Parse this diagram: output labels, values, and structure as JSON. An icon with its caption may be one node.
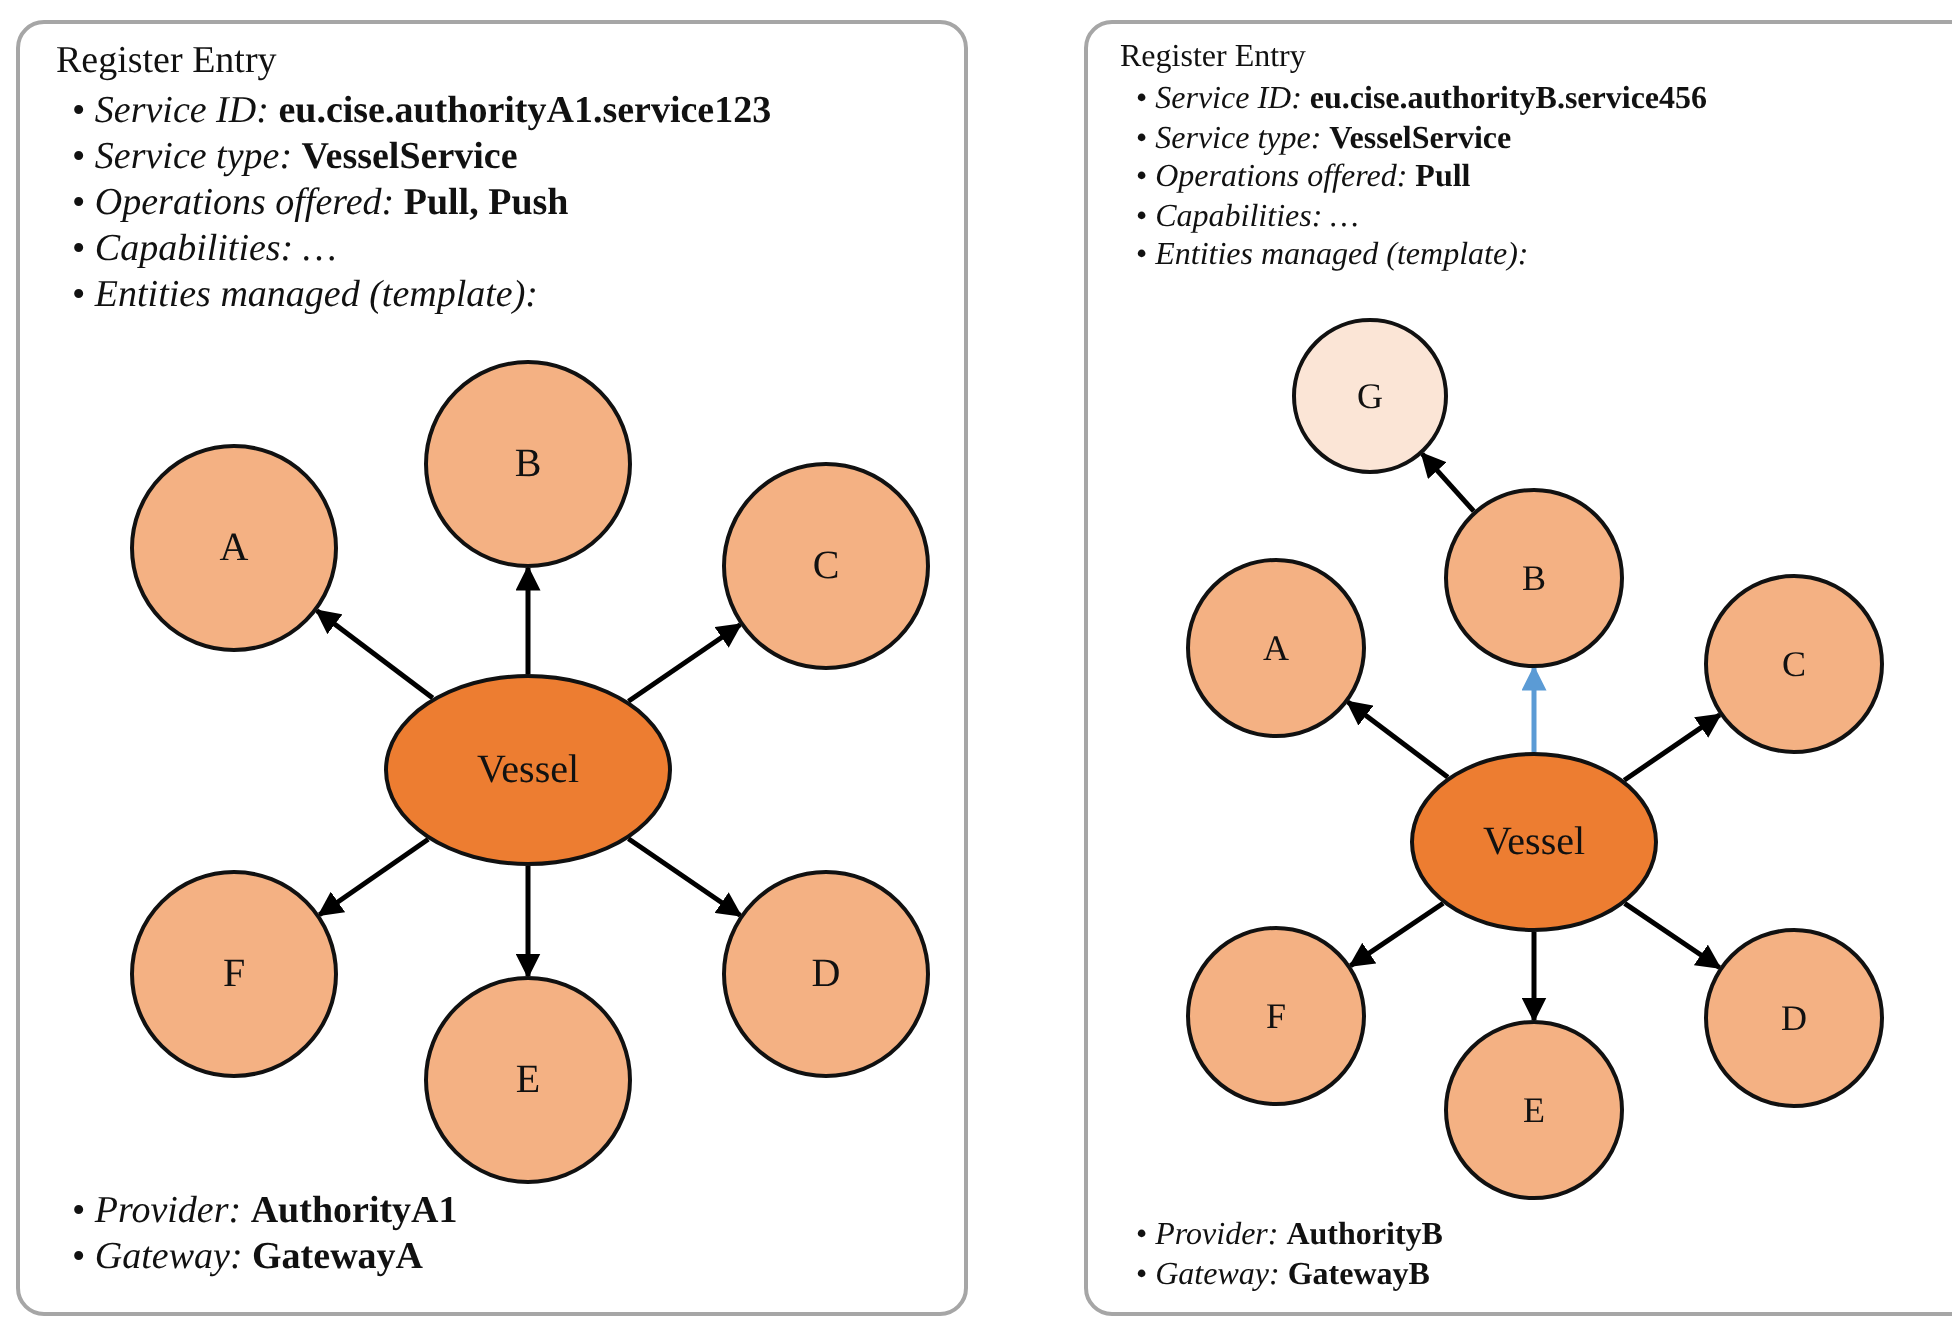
{
  "diagram": {
    "nodes": [
      {
        "text": [
          "Register Entry",
          "• *Service ID:* **eu.cise.authorityA1.service123**",
          "• *Service type:* **VesselService**",
          "• *Operations offered:* **Pull, Push**",
          "• *Capabilities: …*",
          "• *Entities managed (template):*",
          "• *Provider:* **AuthorityA1**",
          "• *Gateway:* **GatewayA**"
        ]
      },
      {
        "text": [
          "Vessel"
        ],
        "in": 0
      },
      {
        "text": [
          "A"
        ],
        "in": 0
      },
      {
        "text": [
          "B"
        ],
        "in": 0
      },
      {
        "text": [
          "C"
        ],
        "in": 0
      },
      {
        "text": [
          "D"
        ],
        "in": 0
      },
      {
        "text": [
          "E"
        ],
        "in": 0
      },
      {
        "text": [
          "F"
        ],
        "in": 0
      },
      {
        "text": [
          "Register Entry",
          "• *Service ID:* **eu.cise.authorityB.service456**",
          "• *Service type:* **VesselService**",
          "• *Operations offered:* **Pull**",
          "• *Capabilities: …*",
          "• *Entities managed (template):*",
          "• *Provider:* **AuthorityB**",
          "• *Gateway:* **GatewayB**"
        ]
      },
      {
        "text": [
          "Vessel"
        ],
        "in": 8
      },
      {
        "text": [
          "A"
        ],
        "in": 8
      },
      {
        "text": [
          "B"
        ],
        "in": 8
      },
      {
        "text": [
          "C"
        ],
        "in": 8
      },
      {
        "text": [
          "D"
        ],
        "in": 8
      },
      {
        "text": [
          "E"
        ],
        "in": 8
      },
      {
        "text": [
          "F"
        ],
        "in": 8
      },
      {
        "text": [
          "G"
        ],
        "in": 8
      }
    ],
    "edges": [
      {
        "from": 1,
        "to": 2,
        "arrow": "to"
      },
      {
        "from": 1,
        "to": 3,
        "arrow": "to"
      },
      {
        "from": 1,
        "to": 4,
        "arrow": "to"
      },
      {
        "from": 1,
        "to": 5,
        "arrow": "to"
      },
      {
        "from": 1,
        "to": 6,
        "arrow": "to"
      },
      {
        "from": 1,
        "to": 7,
        "arrow": "to"
      },
      {
        "from": 9,
        "to": 10,
        "arrow": "to"
      },
      {
        "from": 9,
        "to": 11,
        "arrow": "to",
        "color": "#5b9bd5"
      },
      {
        "from": 9,
        "to": 12,
        "arrow": "to"
      },
      {
        "from": 9,
        "to": 13,
        "arrow": "to"
      },
      {
        "from": 9,
        "to": 14,
        "arrow": "to"
      },
      {
        "from": 9,
        "to": 15,
        "arrow": "to"
      },
      {
        "from": 11,
        "to": 16,
        "arrow": "to"
      }
    ]
  }
}
